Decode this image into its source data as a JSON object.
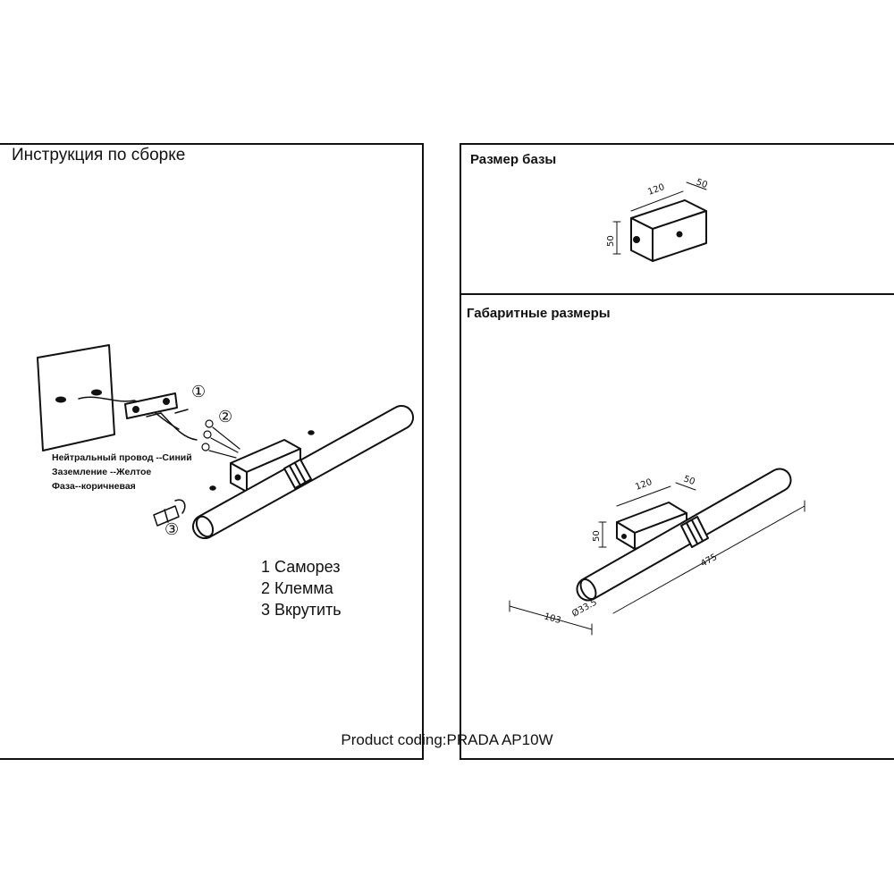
{
  "left": {
    "title": "Инструкция по сборке",
    "wire_labels": [
      "Нейтральный провод --Синий",
      "Заземление --Желтое",
      "Фаза--коричневая"
    ],
    "steps": [
      "1 Саморез",
      "2 Клемма",
      "3 Вкрутить"
    ],
    "callouts": [
      "①",
      "②",
      "③"
    ]
  },
  "right_top": {
    "title": "Размер базы",
    "dims": {
      "length": "120",
      "depth": "50",
      "height": "50"
    }
  },
  "right_bottom": {
    "title": "Габаритные размеры",
    "dims": {
      "base_length": "120",
      "base_depth": "50",
      "base_height": "50",
      "total_length": "475",
      "projection": "103",
      "diameter": "Ø33.5"
    }
  },
  "footer": {
    "product_coding": "Product coding:PRADA AP10W"
  }
}
